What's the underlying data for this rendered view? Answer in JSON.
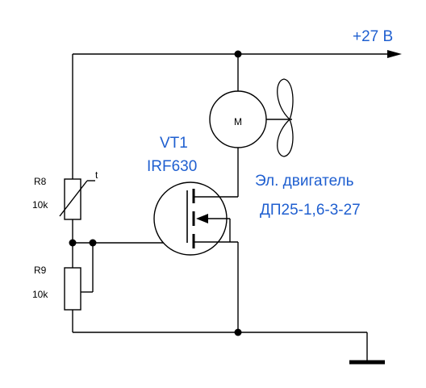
{
  "supply": {
    "label": "+27 В"
  },
  "motor": {
    "symbol": "M"
  },
  "transistor": {
    "designator": "VT1",
    "part": "IRF630"
  },
  "motor_label": {
    "line1": "Эл. двигатель",
    "line2": "ДП25-1,6-3-27"
  },
  "r8": {
    "designator": "R8",
    "value": "10k",
    "marker": "t"
  },
  "r9": {
    "designator": "R9",
    "value": "10k"
  },
  "colors": {
    "accent": "#1f5fd0",
    "wire": "#000000"
  }
}
